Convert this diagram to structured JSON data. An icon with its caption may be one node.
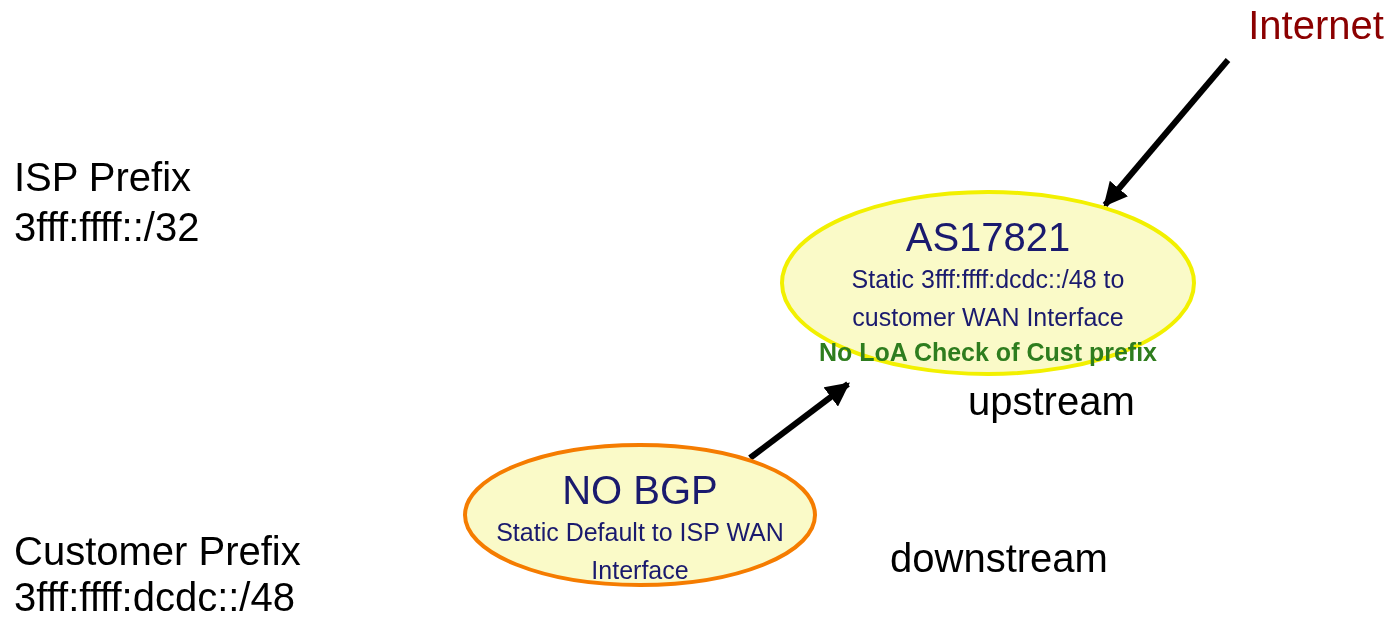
{
  "diagram": {
    "nodes": [
      {
        "text": [
          "Internet"
        ]
      },
      {
        "text": [
          "AS17821",
          "Static 3fff:ffff:dcdc::/48 to customer WAN Interface",
          "No LoA Check of Cust prefix"
        ]
      },
      {
        "text": [
          "NO BGP",
          "Static Default to ISP WAN Interface"
        ]
      }
    ],
    "edges": [
      {
        "from": 0,
        "to": 1,
        "arrow": "to"
      },
      {
        "from": 2,
        "to": 1,
        "arrow": "to"
      }
    ],
    "labels": [
      "ISP Prefix",
      "3fff:ffff::/32",
      "Customer Prefix",
      "3fff:ffff:dcdc::/48",
      "upstream",
      "downstream"
    ]
  }
}
